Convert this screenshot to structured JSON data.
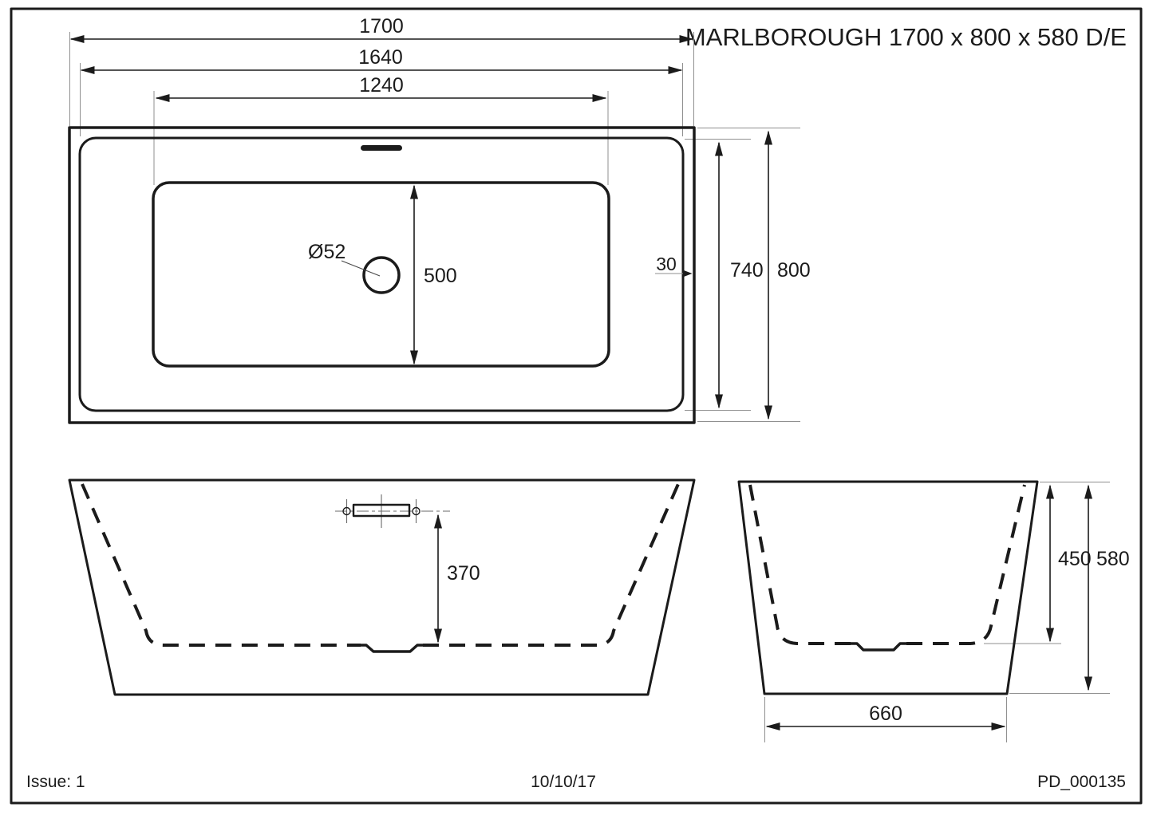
{
  "title": "MARLBOROUGH 1700 x 800 x 580 D/E",
  "plan_view": {
    "overall_length": "1700",
    "rim_length": "1640",
    "basin_length": "1240",
    "drain_diameter": "Ø52",
    "basin_width": "500",
    "rim_offset": "30",
    "rim_width": "740",
    "overall_width": "800"
  },
  "side_view": {
    "drain_to_overflow_height": "370"
  },
  "end_view": {
    "inner_depth": "450",
    "overall_height": "580",
    "base_width": "660"
  },
  "footer": {
    "issue": "Issue: 1",
    "date": "10/10/17",
    "document_number": "PD_000135"
  },
  "colors": {
    "line": "#1b1b1b",
    "extension_line": "#8f8f8f",
    "background": "#ffffff"
  }
}
